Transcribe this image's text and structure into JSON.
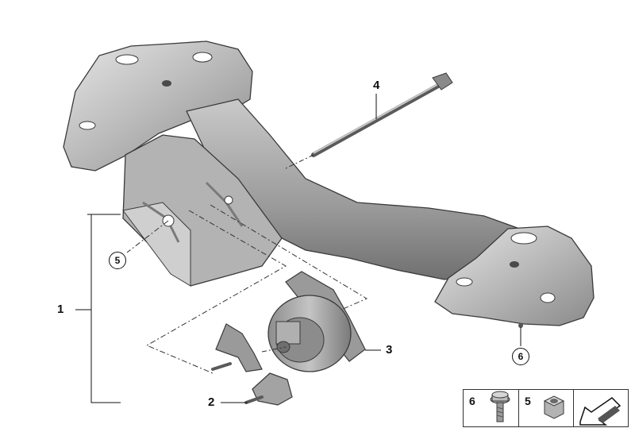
{
  "callouts": {
    "c1": "1",
    "c2": "2",
    "c3": "3",
    "c4": "4",
    "c5": "5",
    "c6": "6"
  },
  "legend": {
    "item6": "6",
    "item5": "5"
  },
  "icons": {
    "bolt": "bolt-icon",
    "nut": "nut-icon",
    "arrow": "arrow-icon"
  },
  "colors": {
    "metal_light": "#d9d9d9",
    "metal_mid": "#a8a8a8",
    "metal_dark": "#6e6e6e",
    "outline": "#3a3a3a"
  }
}
